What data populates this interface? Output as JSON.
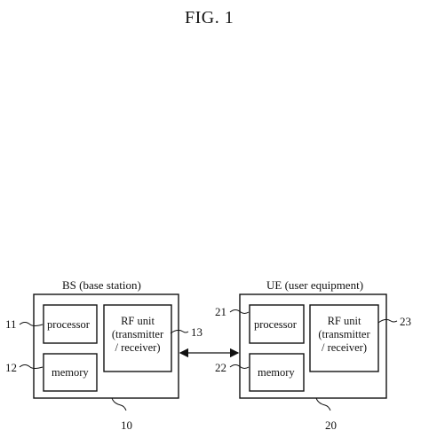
{
  "figure": {
    "title": "FIG. 1"
  },
  "bs": {
    "title": "BS (base station)",
    "ref": "10",
    "processor": {
      "label": "processor",
      "ref": "11"
    },
    "memory": {
      "label": "memory",
      "ref": "12"
    },
    "rf": {
      "line1": "RF unit",
      "line2": "(transmitter",
      "line3": "/ receiver)",
      "ref": "13"
    }
  },
  "ue": {
    "title": "UE (user equipment)",
    "ref": "20",
    "processor": {
      "label": "processor",
      "ref": "21"
    },
    "memory": {
      "label": "memory",
      "ref": "22"
    },
    "rf": {
      "line1": "RF unit",
      "line2": "(transmitter",
      "line3": "/ receiver)",
      "ref": "23"
    }
  }
}
